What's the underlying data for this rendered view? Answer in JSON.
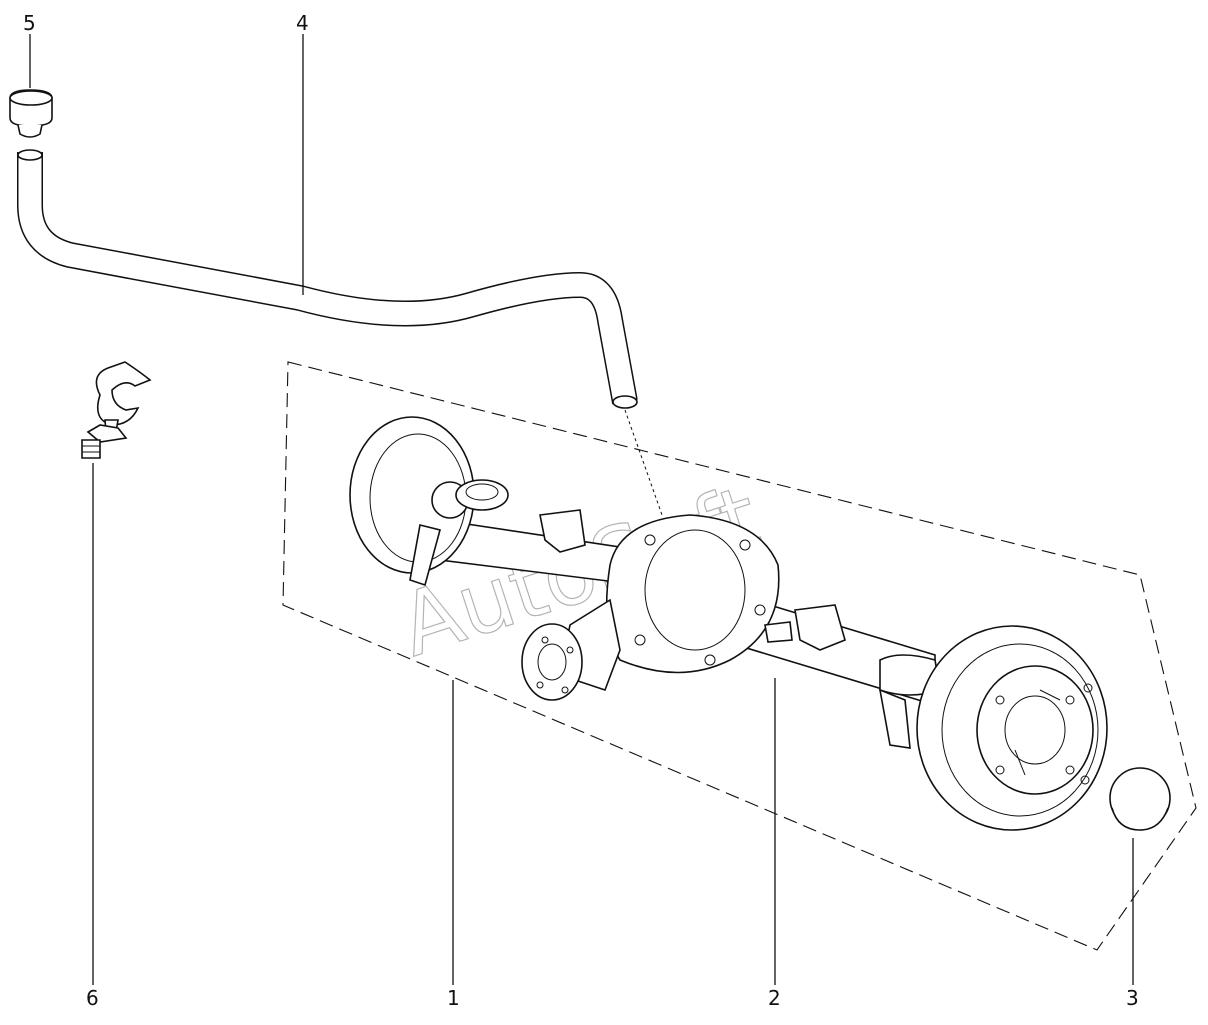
{
  "callouts": [
    {
      "id": "1",
      "label": "1"
    },
    {
      "id": "2",
      "label": "2"
    },
    {
      "id": "3",
      "label": "3"
    },
    {
      "id": "4",
      "label": "4"
    },
    {
      "id": "5",
      "label": "5"
    },
    {
      "id": "6",
      "label": "6"
    }
  ],
  "watermark": "AutoSoft"
}
